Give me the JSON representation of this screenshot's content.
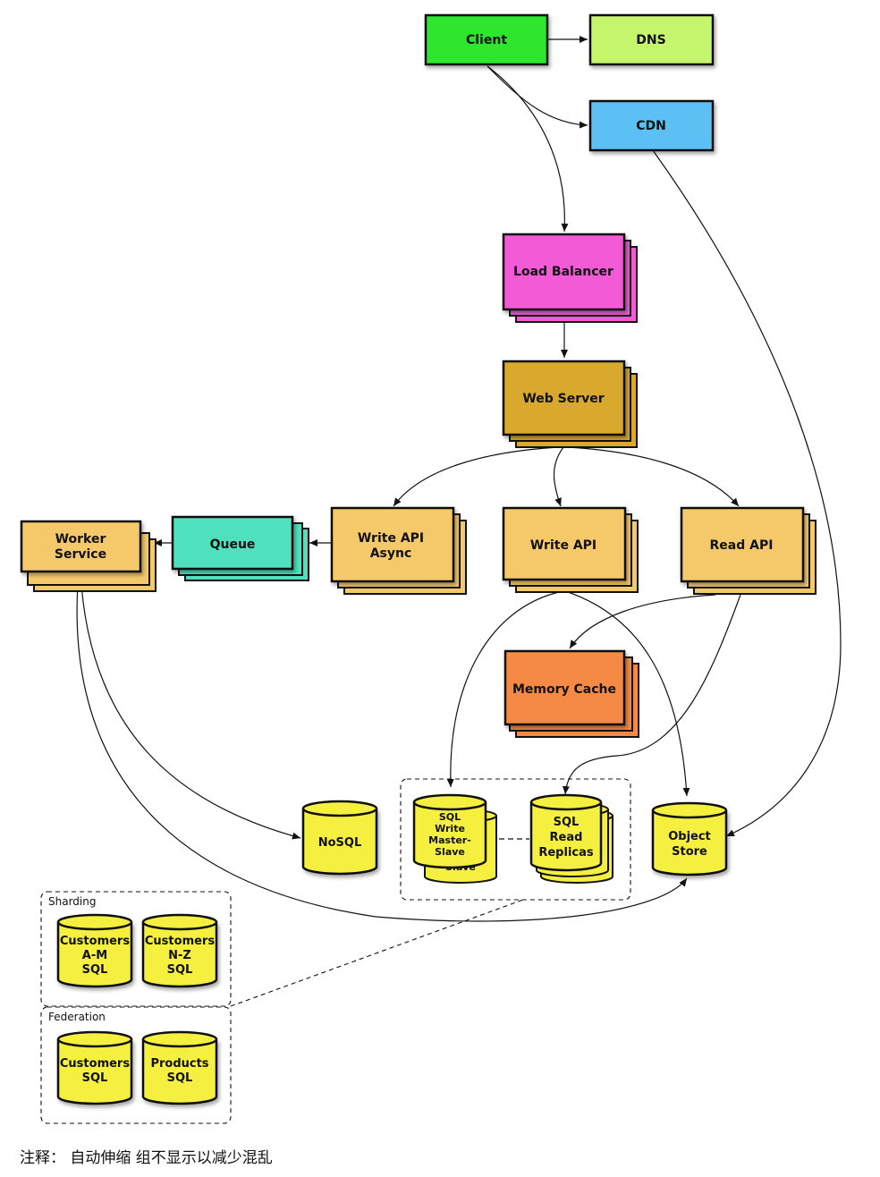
{
  "nodes": {
    "client": "Client",
    "dns": "DNS",
    "cdn": "CDN",
    "load_balancer": "Load Balancer",
    "web_server": "Web Server",
    "write_api_async": [
      "Write API",
      "Async"
    ],
    "write_api": "Write API",
    "read_api": "Read API",
    "queue": "Queue",
    "worker_service": [
      "Worker",
      "Service"
    ],
    "memory_cache": "Memory Cache",
    "nosql": "NoSQL",
    "sql_write": [
      "SQL",
      "Write",
      "Master-",
      "Slave"
    ],
    "sql_write_back": "Slave",
    "sql_read": [
      "SQL",
      "Read",
      "Replicas"
    ],
    "object_store": [
      "Object",
      "Store"
    ],
    "customers_am": [
      "Customers",
      "A-M",
      "SQL"
    ],
    "customers_nz": [
      "Customers",
      "N-Z",
      "SQL"
    ],
    "customers_sql": [
      "Customers",
      "SQL"
    ],
    "products_sql": [
      "Products",
      "SQL"
    ]
  },
  "groups": {
    "sharding": "Sharding",
    "federation": "Federation"
  },
  "colors": {
    "client": "#2ee62e",
    "dns": "#c6f56e",
    "cdn": "#5cc0f5",
    "load_balancer": "#f25ad6",
    "web_server": "#d9a92e",
    "api": "#f5c96a",
    "queue": "#4fe0be",
    "memory_cache": "#f58a45",
    "database": "#f5f040"
  },
  "footnote": "注释： 自动伸缩 组不显示以减少混乱"
}
